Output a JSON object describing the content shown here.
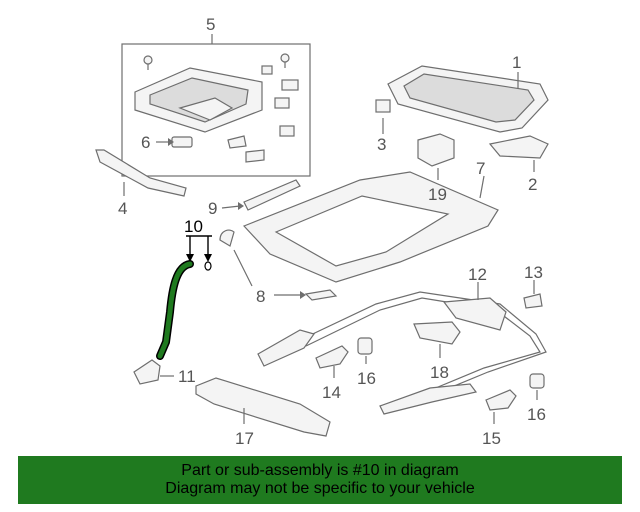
{
  "callouts": {
    "c1": "1",
    "c2": "2",
    "c3": "3",
    "c4": "4",
    "c5": "5",
    "c6": "6",
    "c7": "7",
    "c8": "8",
    "c9": "9",
    "c10": "10",
    "c11": "11",
    "c12": "12",
    "c13": "13",
    "c14": "14",
    "c15": "15",
    "c16a": "16",
    "c16b": "16",
    "c17": "17",
    "c18": "18",
    "c19": "19"
  },
  "colors": {
    "highlight": "#1f7a1f",
    "banner": "#1f7a1f",
    "line": "#6e6e6e"
  },
  "banner": {
    "line1": "Part or sub-assembly is #10 in diagram",
    "line2": "Diagram may not be specific to your vehicle"
  }
}
